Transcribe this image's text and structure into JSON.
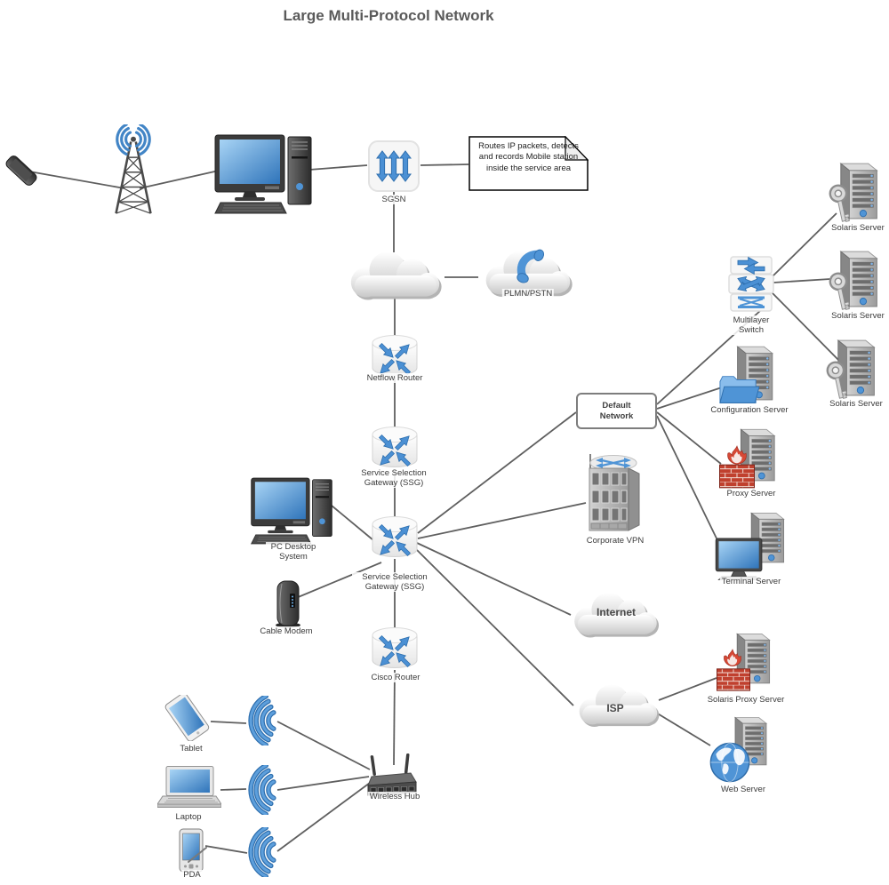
{
  "title": "Large Multi-Protocol Network",
  "colors": {
    "accent_blue": "#4f94d6",
    "line_gray": "#5f5f5f",
    "title_text": "#5a5a5a",
    "label_text": "#3a3a3a",
    "firewall_red": "#c0402e"
  },
  "note": {
    "text": "Routes IP packets, detects and records Mobile station inside the service area"
  },
  "nodes": {
    "sgsn": {
      "label": "SGSN"
    },
    "plmn_pstn": {
      "label": "PLMN/PSTN"
    },
    "netflow_router": {
      "label": "Netflow Router"
    },
    "ssg1": {
      "label": "Service Selection Gateway (SSG)"
    },
    "pc_desktop": {
      "label": "PC Desktop System"
    },
    "ssg2": {
      "label": "Service Selection Gateway (SSG)"
    },
    "cable_modem": {
      "label": "Cable Modem"
    },
    "cisco_router": {
      "label": "Cisco Router"
    },
    "wireless_hub": {
      "label": "Wireless Hub"
    },
    "tablet": {
      "label": "Tablet"
    },
    "laptop": {
      "label": "Laptop"
    },
    "pda": {
      "label": "PDA"
    },
    "default_network": {
      "label": "Default Network"
    },
    "corporate_vpn": {
      "label": "Corporate VPN"
    },
    "internet": {
      "label": "Internet"
    },
    "isp": {
      "label": "ISP"
    },
    "multilayer_switch": {
      "label": "Multilayer Switch"
    },
    "solaris_server_1": {
      "label": "Solaris Server"
    },
    "solaris_server_2": {
      "label": "Solaris Server"
    },
    "solaris_server_3": {
      "label": "Solaris Server"
    },
    "configuration_server": {
      "label": "Configuration Server"
    },
    "proxy_server": {
      "label": "Proxy Server"
    },
    "terminal_server": {
      "label": "Terminal Server"
    },
    "solaris_proxy_server": {
      "label": "Solaris Proxy Server"
    },
    "web_server": {
      "label": "Web Server"
    }
  }
}
